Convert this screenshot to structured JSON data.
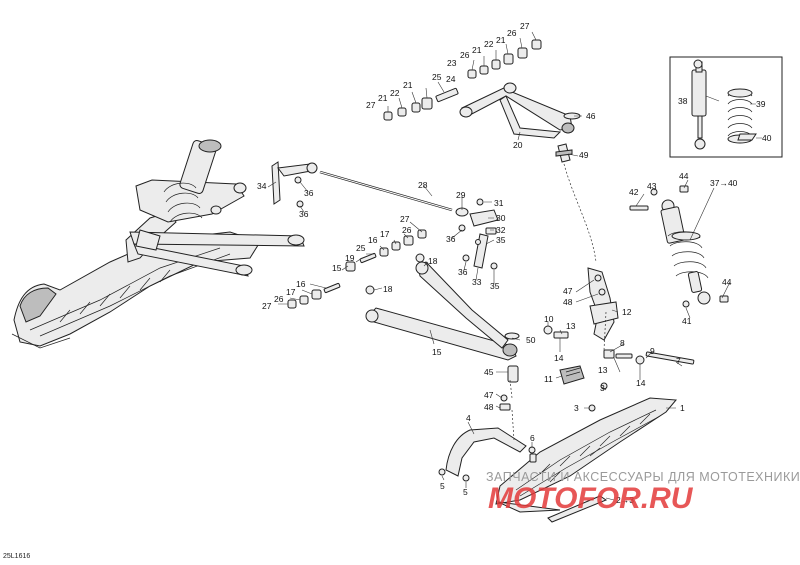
{
  "diagram": {
    "code": "25L1616",
    "watermark_text": "ЗАПЧАСТИ И АКСЕССУАРЫ ДЛЯ МОТОТЕХНИКИ",
    "watermark_logo": "MOTOFOR.RU"
  },
  "callouts": [
    {
      "id": "c1",
      "text": "27"
    },
    {
      "id": "c2",
      "text": "26"
    },
    {
      "id": "c3",
      "text": "21"
    },
    {
      "id": "c4",
      "text": "22"
    },
    {
      "id": "c5",
      "text": "21"
    },
    {
      "id": "c6",
      "text": "26"
    },
    {
      "id": "c7",
      "text": "23"
    },
    {
      "id": "c8",
      "text": "25"
    },
    {
      "id": "c9",
      "text": "24"
    },
    {
      "id": "c10",
      "text": "21"
    },
    {
      "id": "c11",
      "text": "22"
    },
    {
      "id": "c12",
      "text": "21"
    },
    {
      "id": "c13",
      "text": "27"
    },
    {
      "id": "c14",
      "text": "46"
    },
    {
      "id": "c15",
      "text": "20"
    },
    {
      "id": "c16",
      "text": "49"
    },
    {
      "id": "c17",
      "text": "38"
    },
    {
      "id": "c18",
      "text": "39"
    },
    {
      "id": "c19",
      "text": "40"
    },
    {
      "id": "c20",
      "text": "44"
    },
    {
      "id": "c21",
      "text": "37→40"
    },
    {
      "id": "c22",
      "text": "42"
    },
    {
      "id": "c23",
      "text": "43"
    },
    {
      "id": "c24",
      "text": "44"
    },
    {
      "id": "c25",
      "text": "41"
    },
    {
      "id": "c26",
      "text": "34"
    },
    {
      "id": "c27",
      "text": "36"
    },
    {
      "id": "c28",
      "text": "36"
    },
    {
      "id": "c29",
      "text": "28"
    },
    {
      "id": "c30",
      "text": "29"
    },
    {
      "id": "c31",
      "text": "31"
    },
    {
      "id": "c32",
      "text": "30"
    },
    {
      "id": "c33",
      "text": "32"
    },
    {
      "id": "c34",
      "text": "36"
    },
    {
      "id": "c35",
      "text": "35"
    },
    {
      "id": "c36",
      "text": "36"
    },
    {
      "id": "c37",
      "text": "33"
    },
    {
      "id": "c38",
      "text": "35"
    },
    {
      "id": "c39",
      "text": "27"
    },
    {
      "id": "c40",
      "text": "26"
    },
    {
      "id": "c41",
      "text": "17"
    },
    {
      "id": "c42",
      "text": "16"
    },
    {
      "id": "c43",
      "text": "25"
    },
    {
      "id": "c44",
      "text": "19"
    },
    {
      "id": "c45",
      "text": "15"
    },
    {
      "id": "c46",
      "text": "16"
    },
    {
      "id": "c47",
      "text": "17"
    },
    {
      "id": "c48",
      "text": "26"
    },
    {
      "id": "c49",
      "text": "27"
    },
    {
      "id": "c50",
      "text": "18"
    },
    {
      "id": "c51",
      "text": "18"
    },
    {
      "id": "c52",
      "text": "15"
    },
    {
      "id": "c53",
      "text": "50"
    },
    {
      "id": "c54",
      "text": "47"
    },
    {
      "id": "c55",
      "text": "48"
    },
    {
      "id": "c56",
      "text": "12"
    },
    {
      "id": "c57",
      "text": "10"
    },
    {
      "id": "c58",
      "text": "13"
    },
    {
      "id": "c59",
      "text": "14"
    },
    {
      "id": "c60",
      "text": "8"
    },
    {
      "id": "c61",
      "text": "9"
    },
    {
      "id": "c62",
      "text": "7"
    },
    {
      "id": "c63",
      "text": "13"
    },
    {
      "id": "c64",
      "text": "14"
    },
    {
      "id": "c65",
      "text": "45"
    },
    {
      "id": "c66",
      "text": "11"
    },
    {
      "id": "c67",
      "text": "3"
    },
    {
      "id": "c68",
      "text": "47"
    },
    {
      "id": "c69",
      "text": "48"
    },
    {
      "id": "c70",
      "text": "3"
    },
    {
      "id": "c71",
      "text": "1"
    },
    {
      "id": "c72",
      "text": "4"
    },
    {
      "id": "c73",
      "text": "6"
    },
    {
      "id": "c74",
      "text": "2→3"
    },
    {
      "id": "c75",
      "text": "5"
    },
    {
      "id": "c76",
      "text": "5"
    }
  ]
}
